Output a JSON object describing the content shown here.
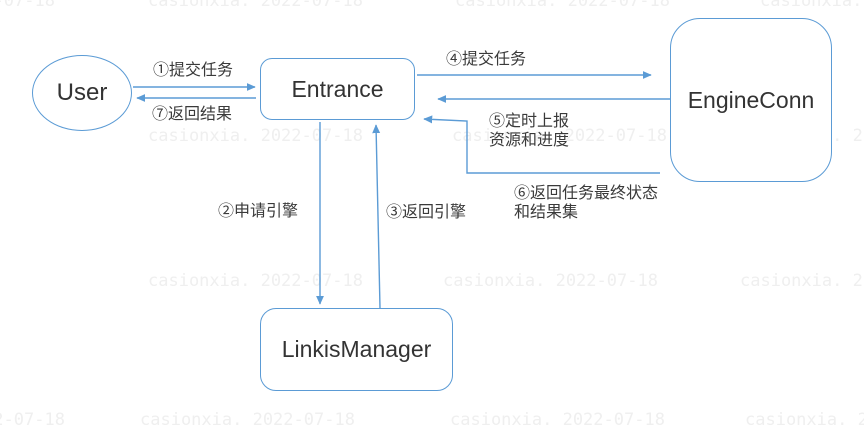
{
  "nodes": {
    "user": {
      "label": "User"
    },
    "entrance": {
      "label": "Entrance"
    },
    "engineconn": {
      "label": "EngineConn"
    },
    "linkismanager": {
      "label": "LinkisManager"
    }
  },
  "edges": {
    "submit_task_user_to_entrance": {
      "label": "①提交任务"
    },
    "apply_engine": {
      "label": "②申请引擎"
    },
    "return_engine": {
      "label": "③返回引擎"
    },
    "submit_task_entrance_to_engineconn": {
      "label": "④提交任务"
    },
    "report_resource_progress": {
      "label": "⑤定时上报\n资源和进度"
    },
    "return_final_status_resultset": {
      "label": "⑥返回任务最终状态\n和结果集"
    },
    "return_result": {
      "label": "⑦返回结果"
    }
  },
  "watermark": {
    "text": "casionxia. 2022-07-18"
  },
  "colors": {
    "line": "#5b9bd5",
    "text": "#3a3a3a",
    "watermark": "#efefef",
    "background": "#ffffff"
  }
}
